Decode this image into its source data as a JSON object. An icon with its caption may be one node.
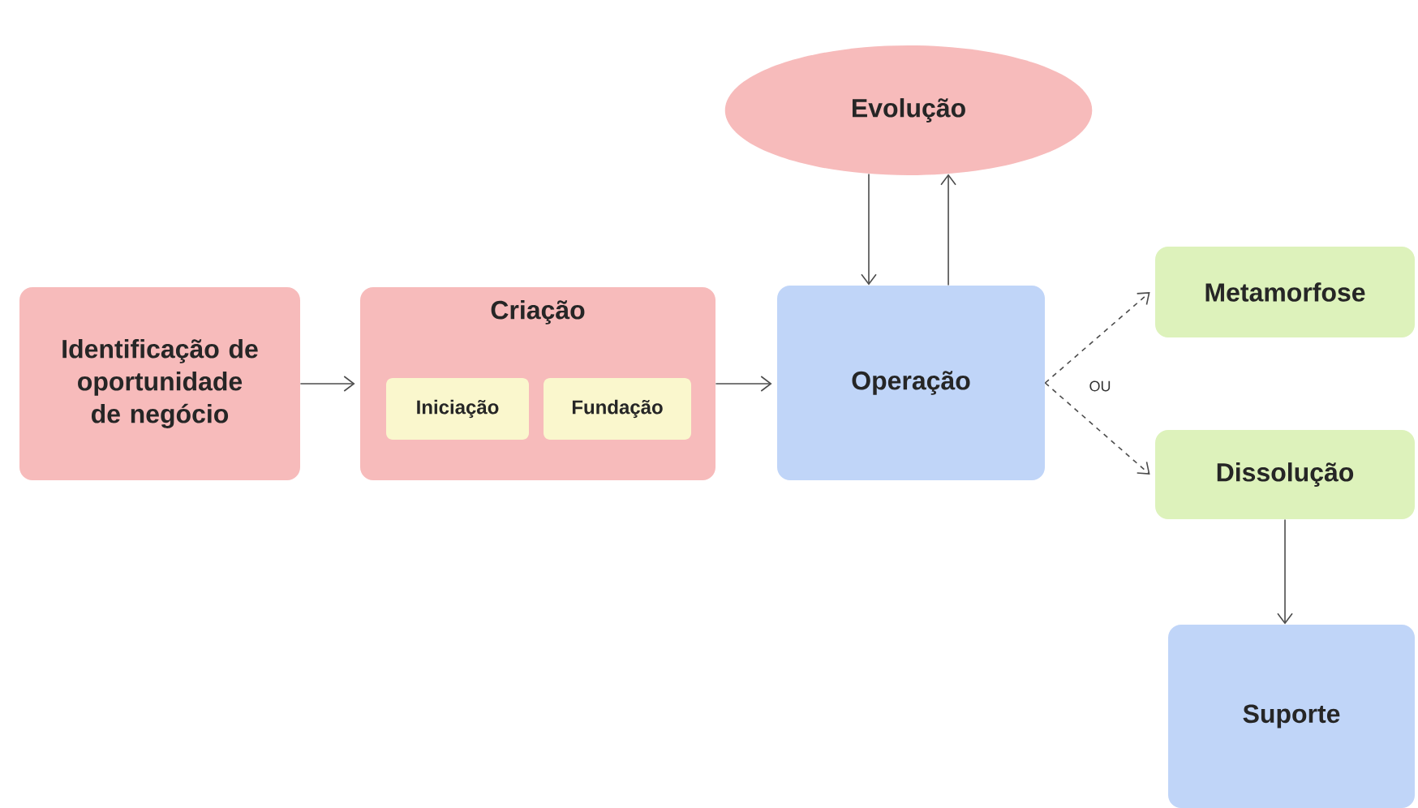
{
  "diagram": {
    "nodes": [
      {
        "text": [
          "Identificação de oportunidade de negócio"
        ]
      },
      {
        "text": [
          "Criação"
        ]
      },
      {
        "text": [
          "Iniciação"
        ],
        "in": 1
      },
      {
        "text": [
          "Fundação"
        ],
        "in": 1
      },
      {
        "text": [
          "Evolução"
        ]
      },
      {
        "text": [
          "Operação"
        ]
      },
      {
        "text": [
          "Metamorfose"
        ]
      },
      {
        "text": [
          "Dissolução"
        ]
      },
      {
        "text": [
          "Suporte"
        ]
      }
    ],
    "edges": [
      {
        "from": 0,
        "to": 1,
        "arrow": "to"
      },
      {
        "from": 1,
        "to": 5,
        "arrow": "to"
      },
      {
        "from": 4,
        "to": 5,
        "arrow": "to"
      },
      {
        "from": 5,
        "to": 4,
        "arrow": "to"
      },
      {
        "from": 5,
        "to": 6,
        "arrow": "to",
        "style": "dashed"
      },
      {
        "from": 5,
        "to": 7,
        "arrow": "to",
        "style": "dashed"
      },
      {
        "from": 7,
        "to": 8,
        "arrow": "to"
      }
    ],
    "labels": [
      "OU"
    ]
  }
}
